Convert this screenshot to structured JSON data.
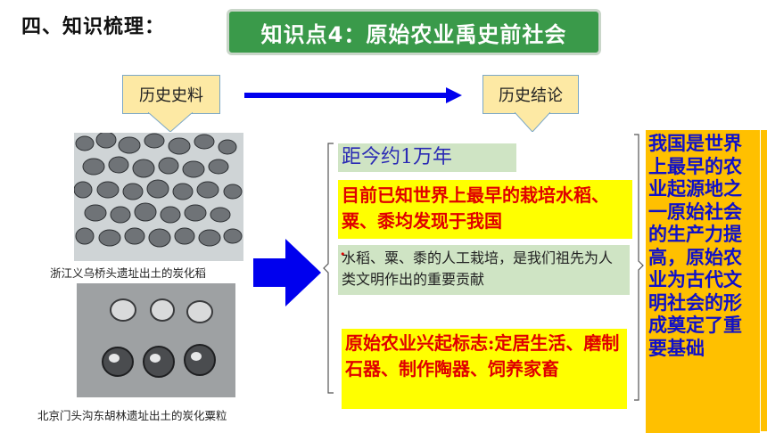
{
  "heading": "四、知识梳理：",
  "banner": "知识点4：原始农业禹史前社会",
  "callouts": {
    "left": "历史史料",
    "right": "历史结论"
  },
  "photos": {
    "top_caption": "浙江义乌桥头遗址出土的炭化稻",
    "bottom_caption": "北京门头沟东胡林遗址出土的炭化粟粒"
  },
  "facts": {
    "date": "距今约1万年",
    "earliest": "目前已知世界上最早的栽培水稻、粟、黍均发现于我国",
    "marker": "•",
    "contribution": "水稻、粟、黍的人工栽培，是我们祖先为人类文明作出的重要贡献",
    "signs": "原始农业兴起标志:定居生活、磨制石器、制作陶器、饲养家畜"
  },
  "conclusion": "我国是世界上最早的农业起源地之一原始社会的生产力提高，原始农业为古代文明社会的形成奠定了重要基础",
  "colors": {
    "banner_green": "#3a9a4a",
    "callout_fill": "#fde9a4",
    "arrow_blue": "#0000ee",
    "highlight_yellow": "#ffff00",
    "note_green": "#cfe4c4",
    "conclusion_orange": "#ffc000",
    "conclusion_text": "#1010c8",
    "emphasis_red": "#e00000"
  }
}
